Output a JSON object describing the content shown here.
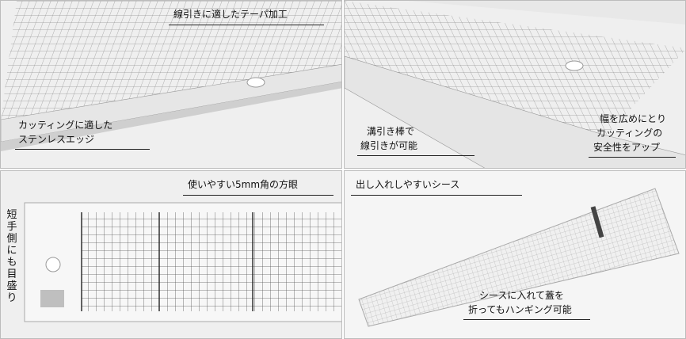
{
  "panels": [
    {
      "id": "p1",
      "captions": {
        "top": "線引きに適したテーパ加工",
        "bottom_line1": "カッティングに適した",
        "bottom_line2": "ステンレスエッジ"
      }
    },
    {
      "id": "p2",
      "captions": {
        "left_line1": "溝引き棒で",
        "left_line2": "線引きが可能",
        "right_line1": "幅を広めにとり",
        "right_line2": "カッティングの",
        "right_line3": "安全性をアップ"
      }
    },
    {
      "id": "p3",
      "captions": {
        "top": "使いやすい5mm角の方眼",
        "vertical": "短手側にも目盛り"
      }
    },
    {
      "id": "p4",
      "captions": {
        "top": "出し入れしやすいシース",
        "bottom_line1": "シースに入れて蓋を",
        "bottom_line2": "折ってもハンギング可能"
      }
    }
  ]
}
